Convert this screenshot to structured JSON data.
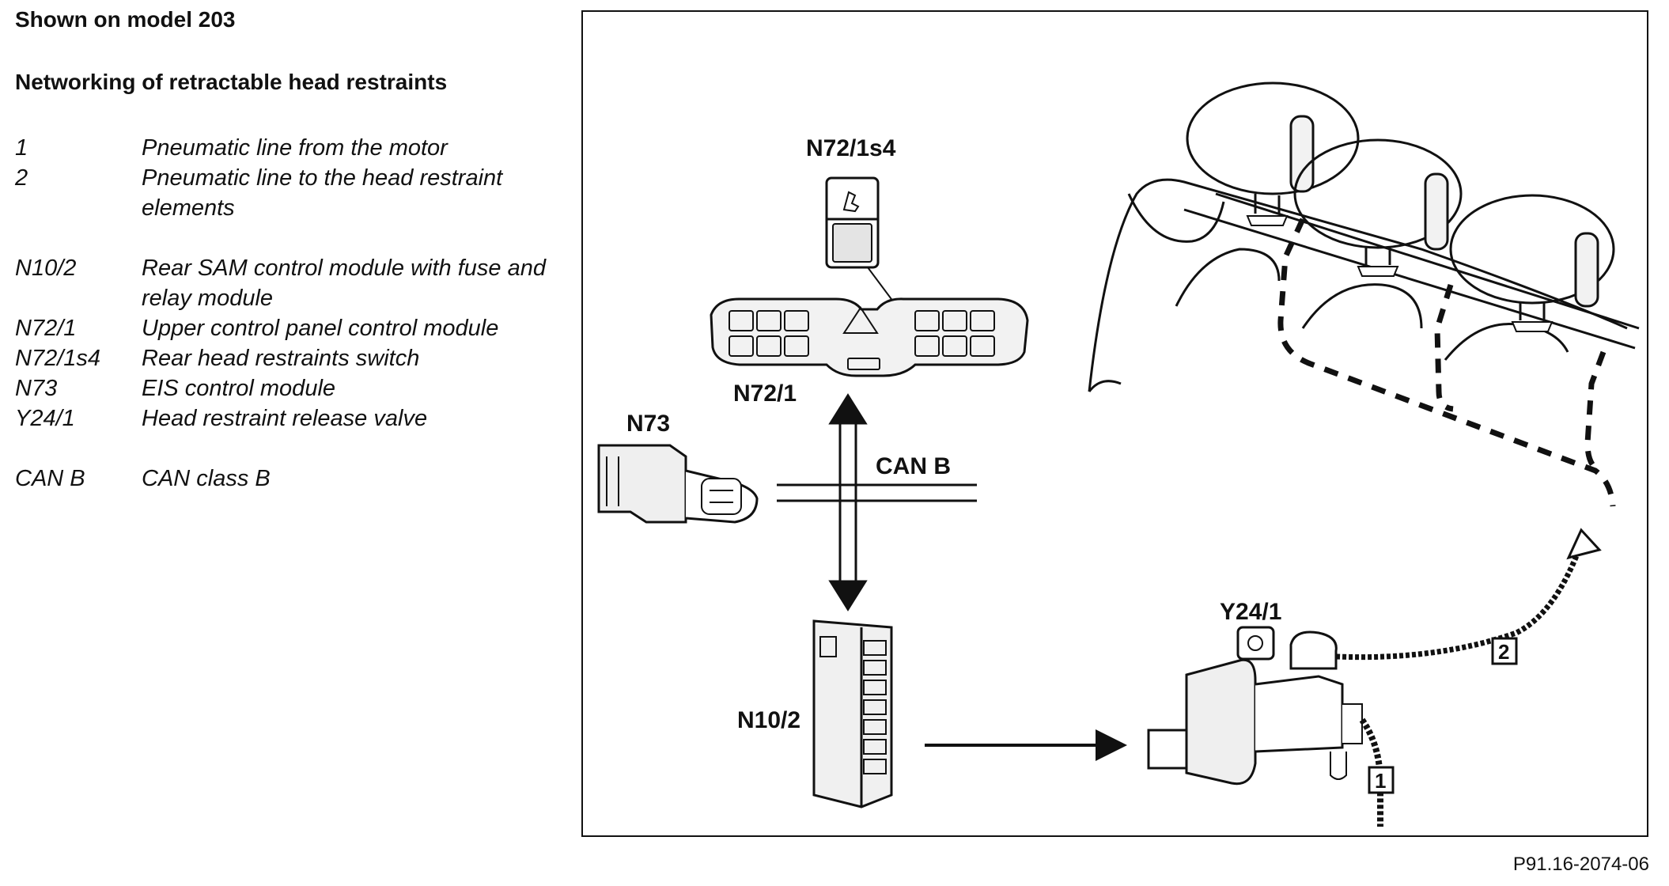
{
  "header": {
    "title": "Shown on model 203",
    "subtitle": "Networking of retractable head restraints"
  },
  "legend": [
    {
      "code": "1",
      "desc": "Pneumatic line from the motor"
    },
    {
      "code": "2",
      "desc": "Pneumatic line to the head restraint elements"
    },
    {
      "code": "N10/2",
      "desc": "Rear SAM control module with fuse and relay module"
    },
    {
      "code": "N72/1",
      "desc": "Upper control panel control module"
    },
    {
      "code": "N72/1s4",
      "desc": "Rear head restraints switch"
    },
    {
      "code": "N73",
      "desc": "EIS control module"
    },
    {
      "code": "Y24/1",
      "desc": "Head restraint release valve"
    },
    {
      "code": "CAN B",
      "desc": "CAN class B"
    }
  ],
  "diagram": {
    "labels": {
      "switch": "N72/1s4",
      "control_panel": "N72/1",
      "eis": "N73",
      "can_bus": "CAN B",
      "sam": "N10/2",
      "valve": "Y24/1",
      "line_from_motor": "1",
      "line_to_head_restraints": "2"
    }
  },
  "footer": {
    "reference": "P91.16-2074-06"
  }
}
